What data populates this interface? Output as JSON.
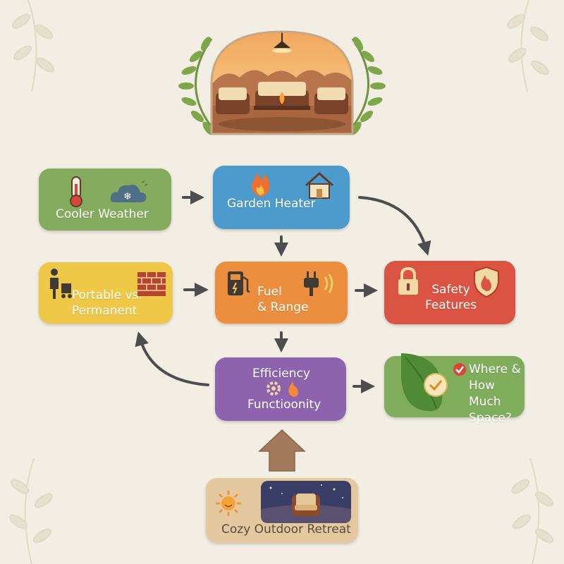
{
  "diagram": {
    "nodes": {
      "cooler_weather": "Cooler Weather",
      "garden_heater": "Garden Heater",
      "portable": "Portable vs.\nPermanent",
      "fuel": "Fuel\n& Range",
      "safety": "Safety\nFeatures",
      "efficiency_top": "Efficiency",
      "efficiency_bottom": "Functioonity",
      "space": "Where &\nHow Much\nSpace?",
      "retreat": "Cozy Outdoor Retreat"
    }
  },
  "colors": {
    "background": "#f2eee3",
    "green": "#85ac5e",
    "blue": "#4d9bcc",
    "yellow": "#eec846",
    "orange": "#eb8f3f",
    "red": "#db5443",
    "purple": "#8d63ae",
    "sand": "#e4c8a0",
    "arrow": "#4d4d4d"
  },
  "icons": {
    "hero": "patio-scene-illustration",
    "wreath": "laurel-wreath-icon",
    "cooler": [
      "thermometer-icon",
      "snow-cloud-icon"
    ],
    "heater": [
      "flame-icon",
      "house-icon"
    ],
    "portable": [
      "person-with-cart-icon",
      "brick-wall-icon"
    ],
    "fuel": [
      "fuel-pump-icon",
      "plug-icon",
      "signal-waves-icon"
    ],
    "safety": [
      "padlock-icon",
      "fire-shield-icon"
    ],
    "efficiency": [
      "gear-icon",
      "small-flame-icon"
    ],
    "space": [
      "leaf-icon",
      "checkmark-icon"
    ],
    "retreat": [
      "sun-icon",
      "night-chair-icon"
    ]
  }
}
